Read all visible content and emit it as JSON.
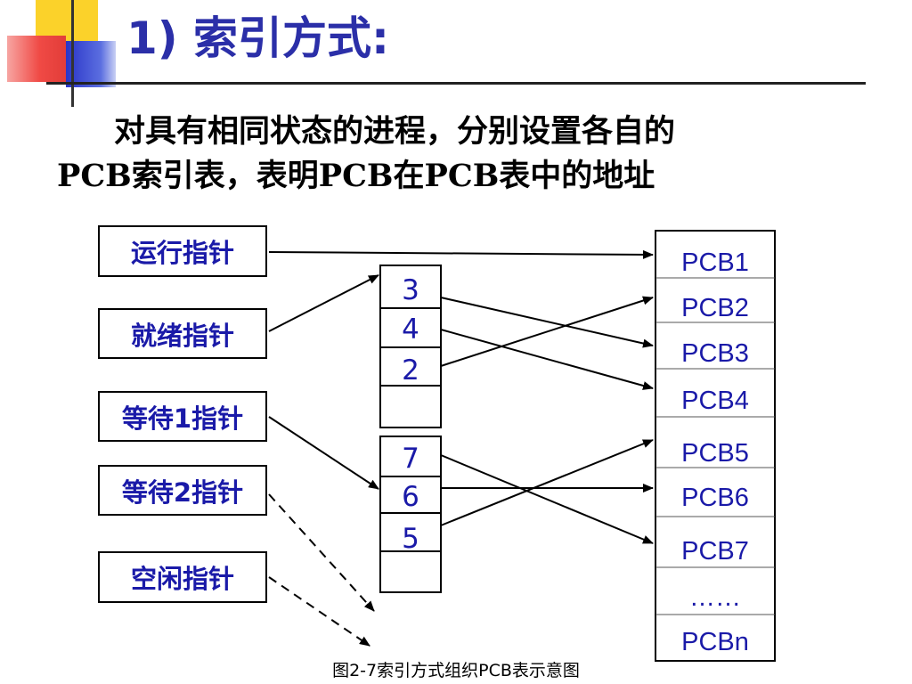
{
  "title": "1) 索引方式:",
  "description": {
    "line1": "对具有相同状态的进程，分别设置各自的",
    "line2": "PCB索引表，表明PCB在PCB表中的地址"
  },
  "pointers": {
    "running": "运行指针",
    "ready": "就绪指针",
    "wait1": "等待1指针",
    "wait2": "等待2指针",
    "free": "空闲指针"
  },
  "ready_index": [
    "3",
    "4",
    "2",
    ""
  ],
  "wait_index": [
    "7",
    "6",
    "5",
    ""
  ],
  "pcb_table": [
    "PCB1",
    "PCB2",
    "PCB3",
    "PCB4",
    "PCB5",
    "PCB6",
    "PCB7",
    "……",
    "PCBn"
  ],
  "caption": "图2-7索引方式组织PCB表示意图",
  "colors": {
    "title": "#2b2fa8",
    "label_blue": "#1a1aa8",
    "decor_yellow": "#fbd22a",
    "decor_red": "#f04a45",
    "decor_blue": "#2a35c8"
  }
}
